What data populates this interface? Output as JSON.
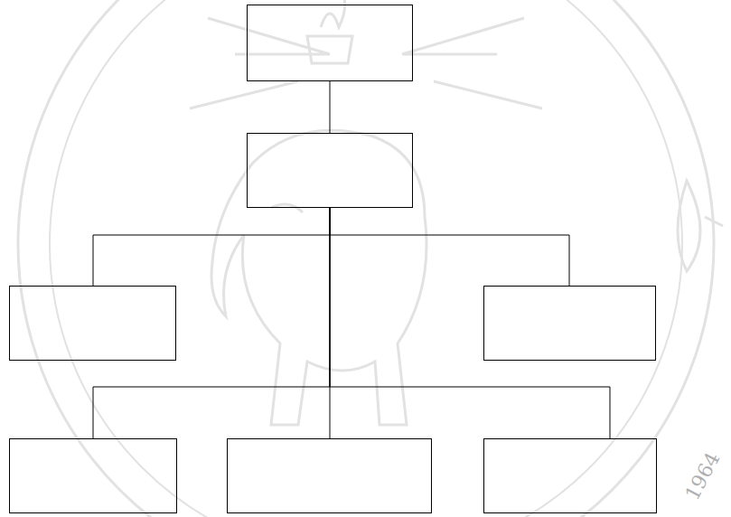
{
  "diagram": {
    "nodes": [
      {
        "text": []
      },
      {
        "text": []
      },
      {
        "text": []
      },
      {
        "text": []
      },
      {
        "text": []
      },
      {
        "text": []
      },
      {
        "text": []
      }
    ],
    "edges": [
      {
        "from": 0,
        "to": 1,
        "arrow": "none"
      },
      {
        "from": 1,
        "to": 2,
        "arrow": "none"
      },
      {
        "from": 1,
        "to": 3,
        "arrow": "none"
      },
      {
        "from": 1,
        "to": 4,
        "arrow": "none"
      },
      {
        "from": 1,
        "to": 5,
        "arrow": "none"
      },
      {
        "from": 1,
        "to": 6,
        "arrow": "none"
      }
    ],
    "labels": [
      "1964"
    ]
  }
}
